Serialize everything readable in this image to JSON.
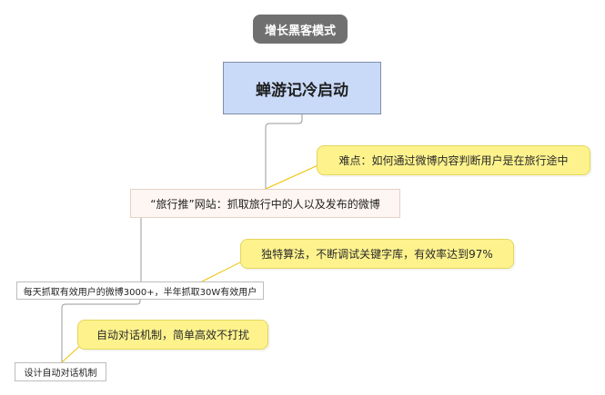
{
  "diagram": {
    "root": {
      "label": "增长黑客模式"
    },
    "main": {
      "label": "蝉游记冷启动"
    },
    "topics": [
      {
        "label": "“旅行推”网站：抓取旅行中的人以及发布的微博"
      },
      {
        "label": "每天抓取有效用户的微博3000+，半年抓取30W有效用户"
      },
      {
        "label": "设计自动对话机制"
      }
    ],
    "notes": [
      {
        "label": "难点：如何通过微博内容判断用户是在旅行途中"
      },
      {
        "label": "独特算法，不断调试关键字库，有效率达到97%"
      },
      {
        "label": "自动对话机制，简单高效不打扰"
      }
    ]
  },
  "colors": {
    "root_fill": "#707070",
    "main_fill": "#c9daf8",
    "note_fill": "#fdf28c",
    "connector": "#9a9a9a",
    "note_pointer": "#f0c000"
  }
}
